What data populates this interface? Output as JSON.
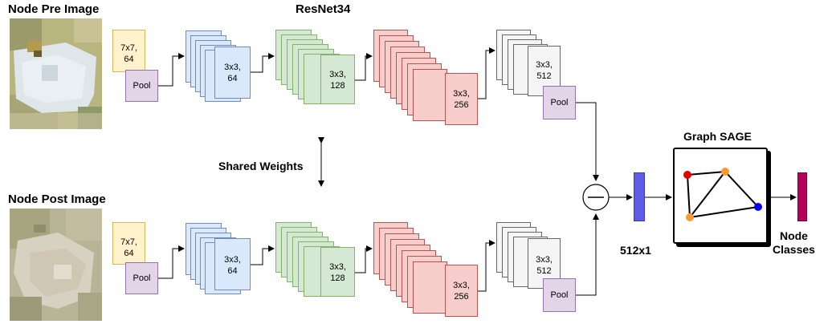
{
  "titles": {
    "pre_image": "Node Pre Image",
    "post_image": "Node Post Image",
    "resnet": "ResNet34",
    "shared_weights": "Shared Weights",
    "graph_sage": "Graph SAGE",
    "vector": "512x1",
    "node_classes": "Node\nClasses"
  },
  "layers": {
    "conv1": "7x7,\n64",
    "pool": "Pool",
    "block1": "3x3,\n64",
    "block2": "3x3,\n128",
    "block3": "3x3,\n256",
    "block4": "3x3,\n512"
  },
  "colors": {
    "blue_fill": "#dae8fc",
    "green_fill": "#d5e8d4",
    "red_fill": "#f8cecc",
    "gray_fill": "#f5f5f5",
    "yellow_fill": "#fff2cc",
    "purple_fill": "#e1d5e7",
    "vector_bar": "#5c5ce6",
    "class_bar": "#b3005a",
    "node_red": "#e60000",
    "node_orange": "#ff9933",
    "node_blue": "#0000ff"
  },
  "icons": {
    "subtract": "minus-circle-icon"
  }
}
